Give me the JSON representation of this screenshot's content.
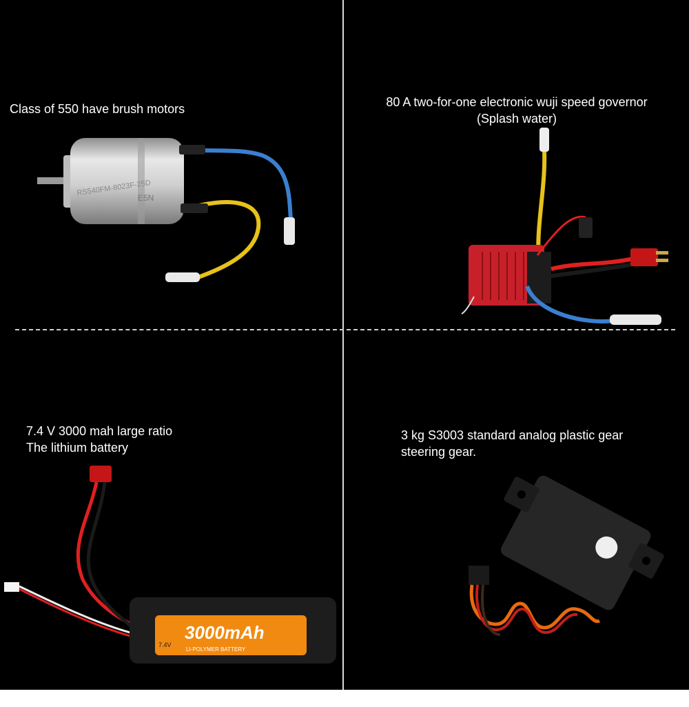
{
  "panels": {
    "motor": {
      "caption": "Class of 550 have brush motors",
      "label": "RS540FM-8023F-25D",
      "mark": "E5N"
    },
    "esc": {
      "caption_line1": "80 A two-for-one electronic wuji speed governor",
      "caption_line2": "(Splash water)"
    },
    "battery": {
      "caption_line1": "7.4 V 3000 mah large ratio",
      "caption_line2": "The lithium battery",
      "capacity": "3000mAh",
      "voltage": "7.4V",
      "type": "LI-POLYMER BATTERY"
    },
    "servo": {
      "caption_line1": "3 kg S3003 standard analog plastic gear",
      "caption_line2": "steering gear."
    }
  },
  "colors": {
    "background": "#000000",
    "divider": "#dcdcdc",
    "text": "#ffffff",
    "wire_blue": "#3a7fd0",
    "wire_yellow": "#e6c21a",
    "wire_red": "#e02020",
    "esc_body": "#c8202a",
    "battery_label": "#f08a10"
  }
}
